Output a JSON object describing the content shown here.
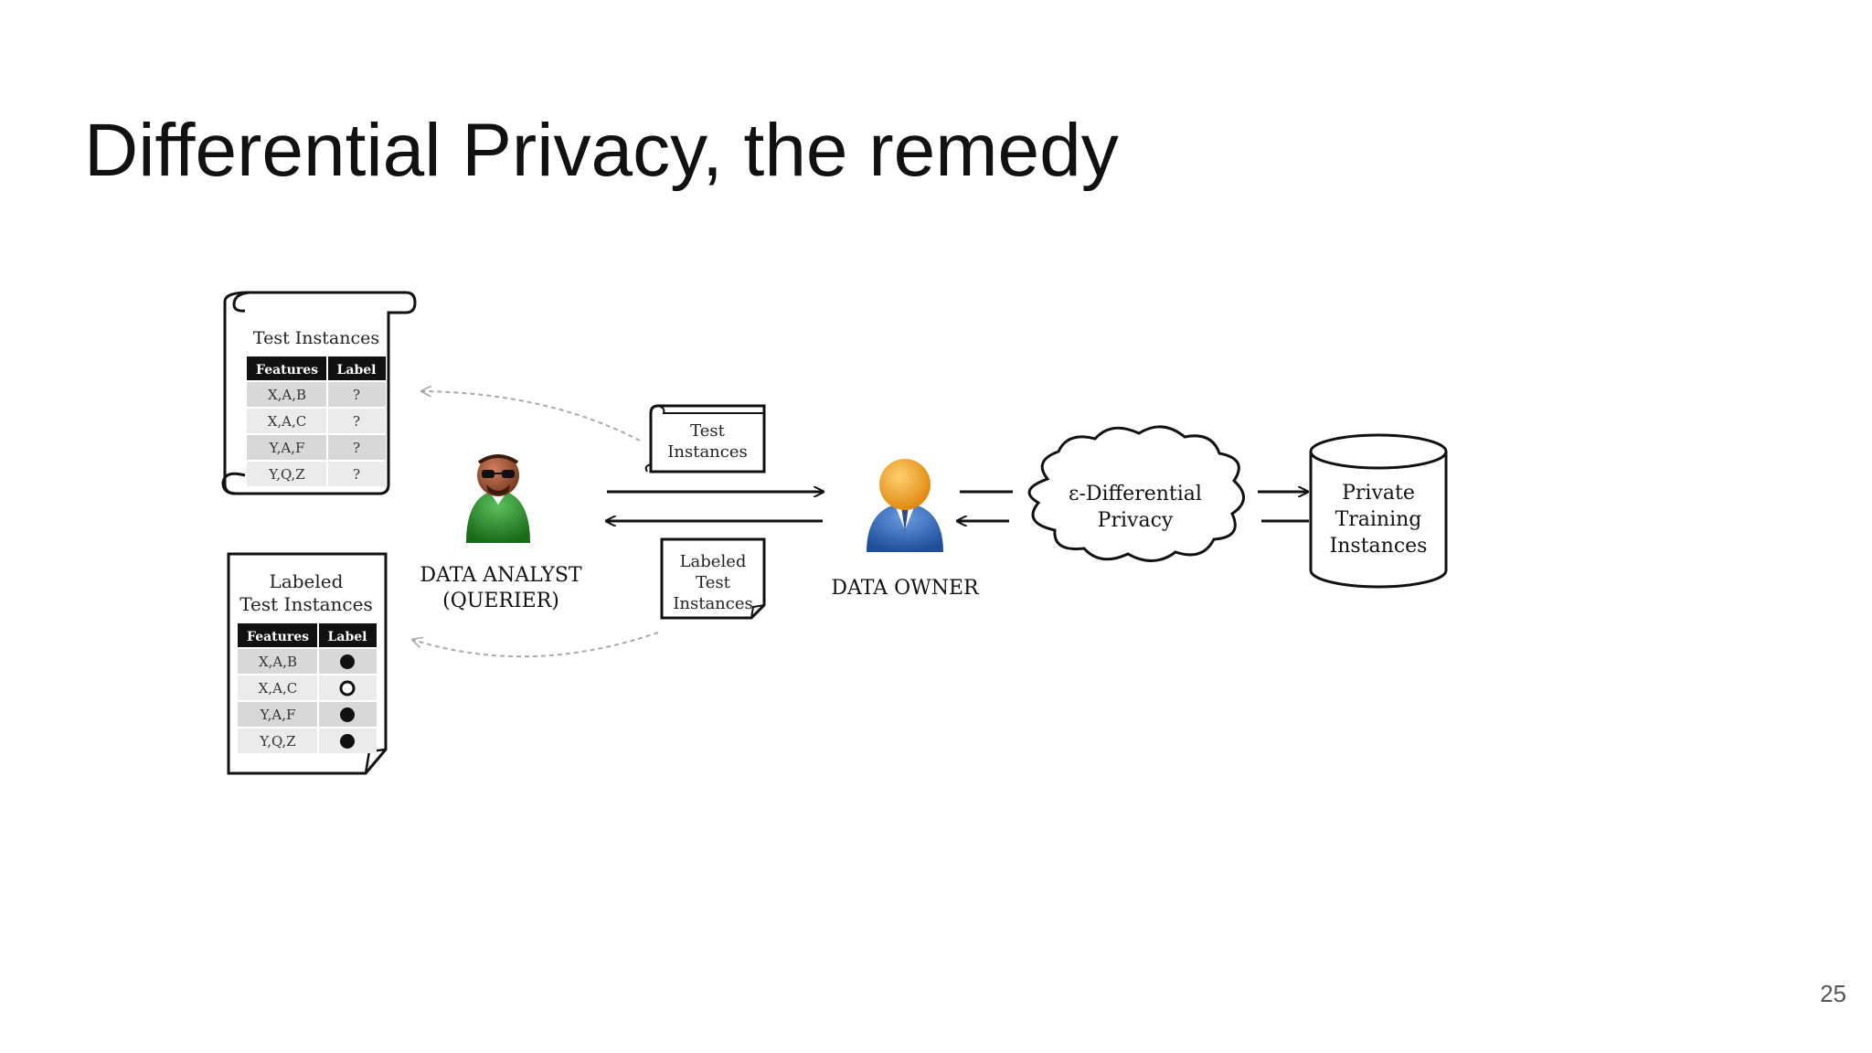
{
  "slide": {
    "title": "Differential Privacy, the remedy",
    "page_number": "25"
  },
  "test_table": {
    "title": "Test Instances",
    "headers": [
      "Features",
      "Label"
    ],
    "rows": [
      [
        "X,A,B",
        "?"
      ],
      [
        "X,A,C",
        "?"
      ],
      [
        "Y,A,F",
        "?"
      ],
      [
        "Y,Q,Z",
        "?"
      ]
    ]
  },
  "labeled_table": {
    "title_line1": "Labeled",
    "title_line2": "Test Instances",
    "headers": [
      "Features",
      "Label"
    ],
    "rows": [
      [
        "X,A,B",
        "filled"
      ],
      [
        "X,A,C",
        "open"
      ],
      [
        "Y,A,F",
        "filled"
      ],
      [
        "Y,Q,Z",
        "filled"
      ]
    ]
  },
  "analyst": {
    "line1": "DATA ANALYST",
    "line2": "(QUERIER)"
  },
  "owner": {
    "label": "DATA OWNER"
  },
  "query_doc": {
    "line1": "Test",
    "line2": "Instances"
  },
  "result_doc": {
    "line1": "Labeled",
    "line2": "Test",
    "line3": "Instances"
  },
  "cloud": {
    "line1": "ε-Differential",
    "line2": "Privacy"
  },
  "database": {
    "line1": "Private",
    "line2": "Training",
    "line3": "Instances"
  },
  "colors": {
    "analyst_body": "#2e8b2e",
    "owner_head": "#f0a020",
    "owner_body": "#3a6fb8"
  }
}
